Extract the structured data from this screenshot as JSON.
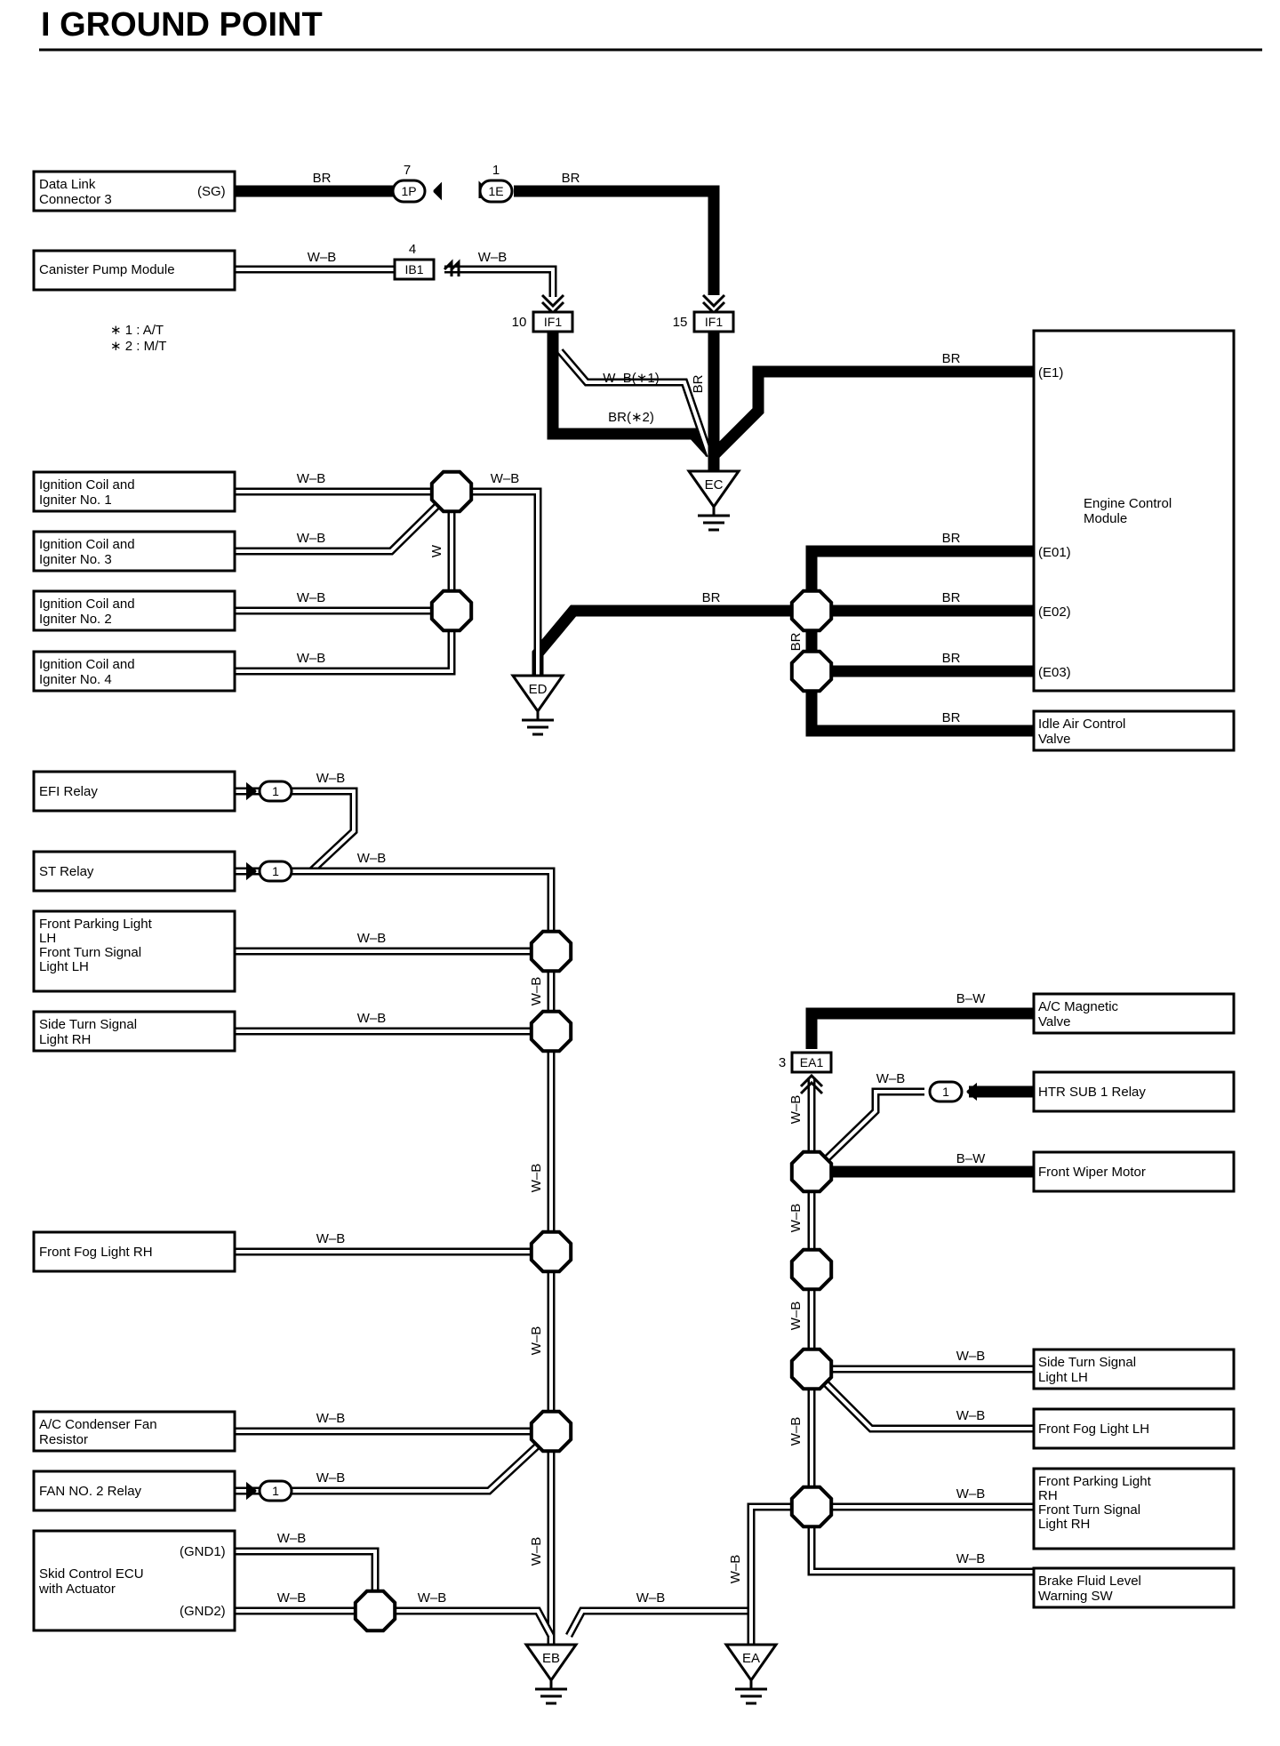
{
  "page_title": "I  GROUND POINT",
  "notes": [
    "∗ 1 : A/T",
    "∗ 2 : M/T"
  ],
  "components": {
    "dlc3": [
      "Data Link",
      "Connector 3"
    ],
    "dlc3_pin": "(SG)",
    "canister": "Canister Pump Module",
    "ign1": [
      "Ignition Coil and",
      "Igniter No. 1"
    ],
    "ign3": [
      "Ignition Coil and",
      "Igniter No. 3"
    ],
    "ign2": [
      "Ignition Coil and",
      "Igniter No. 2"
    ],
    "ign4": [
      "Ignition Coil and",
      "Igniter No. 4"
    ],
    "ecm": [
      "Engine Control",
      "Module"
    ],
    "ecm_pins": [
      "(E1)",
      "(E01)",
      "(E02)",
      "(E03)"
    ],
    "iac": [
      "Idle Air Control",
      "Valve"
    ],
    "efi": "EFI Relay",
    "st": "ST Relay",
    "fpl_lh": [
      "Front Parking Light",
      "LH",
      "Front Turn Signal",
      "Light LH"
    ],
    "stsl_rh": [
      "Side Turn Signal",
      "Light RH"
    ],
    "ffl_rh": "Front Fog Light RH",
    "acfan": [
      "A/C Condenser Fan",
      "Resistor"
    ],
    "fan2": "FAN NO. 2 Relay",
    "skid": [
      "Skid Control ECU",
      "with Actuator"
    ],
    "skid_pins": [
      "(GND1)",
      "(GND2)"
    ],
    "acmag": [
      "A/C Magnetic",
      "Valve"
    ],
    "htr": "HTR SUB 1 Relay",
    "wiper": "Front Wiper Motor",
    "stsl_lh": [
      "Side Turn Signal",
      "Light LH"
    ],
    "ffl_lh": "Front Fog Light LH",
    "fpl_rh": [
      "Front Parking Light",
      "RH",
      "Front Turn Signal",
      "Light RH"
    ],
    "brake": [
      "Brake Fluid Level",
      "Warning SW"
    ]
  },
  "connectors": {
    "c1p": "1P",
    "c1p_pin": "7",
    "c1e": "1E",
    "c1e_pin": "1",
    "ib1": "IB1",
    "ib1_pin": "4",
    "if1a": "IF1",
    "if1a_pin": "10",
    "if1b": "IF1",
    "if1b_pin": "15",
    "ea1": "EA1",
    "ea1_pin": "3",
    "one": "1"
  },
  "grounds": {
    "ec": "EC",
    "ed": "ED",
    "eb": "EB",
    "ea": "EA"
  },
  "wire_colors": {
    "br": "BR",
    "wb": "W–B",
    "w": "W",
    "bw": "B–W",
    "wb1": "W–B(∗1)",
    "br2": "BR(∗2)"
  }
}
